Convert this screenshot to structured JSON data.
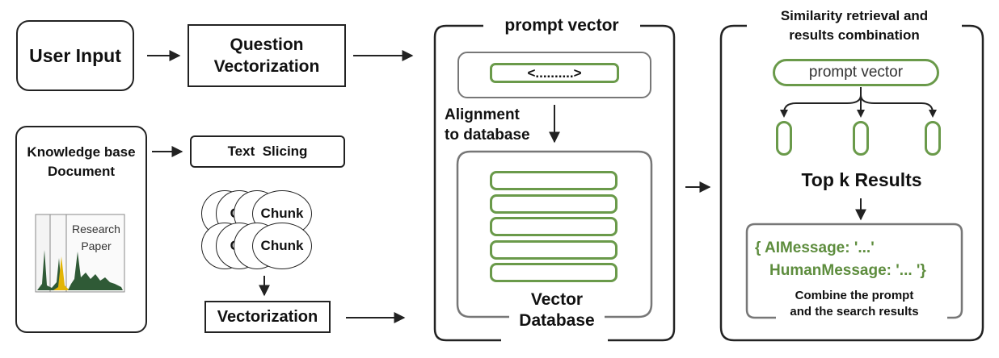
{
  "pipeline": {
    "user_input": "User Input",
    "question_vectorization": "Question\nVectorization",
    "knowledge_base": "Knowledge base\nDocument",
    "research_paper_label": "Research\nPaper",
    "text_slicing": "Text  Slicing",
    "chunks": [
      [
        "C",
        "Ch",
        "C",
        "Chunk"
      ],
      [
        "C",
        "Ch",
        "C",
        "Chunk"
      ]
    ],
    "vectorization": "Vectorization"
  },
  "vector_panel": {
    "title": "prompt vector",
    "prompt_token": "<..........>",
    "alignment_label": "Alignment\nto database",
    "database_label": "Vector\nDatabase",
    "database_rows": 5
  },
  "retrieval_panel": {
    "title": "Similarity retrieval and\nresults combination",
    "prompt_vector": "prompt vector",
    "result_count": 3,
    "top_k": "Top k Results",
    "ai_message": "{ AIMessage: '...'",
    "human_message": "HumanMessage: '... '}",
    "combine_caption": "Combine the prompt\nand the search results"
  },
  "colors": {
    "accent_green": "#6a9a4a",
    "chart_dark_green": "#2f5a36",
    "chart_yellow": "#e3b505"
  }
}
